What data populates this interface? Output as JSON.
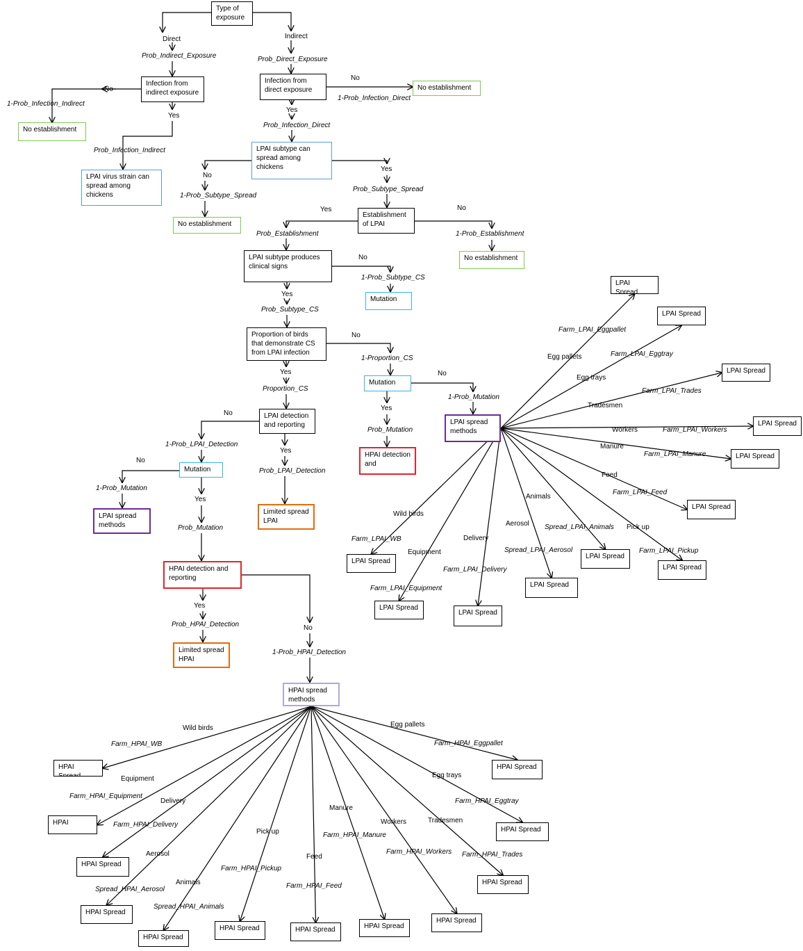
{
  "diagram": {
    "nodes": {
      "n1": "Type of exposure",
      "n2": "Infection from indirect exposure",
      "n3": "Infection from direct exposure",
      "n4": "No establishment",
      "n5": "No establishment",
      "n6": "LPAI subtype can spread among chickens",
      "n7": "LPAI virus strain can spread among chickens",
      "n8": "No establishment",
      "n9": "Establishment of LPAI",
      "n10": "No establishment",
      "n11": "LPAI subtype produces clinical signs",
      "n12": "Mutation",
      "n13": "Proportion of birds that demonstrate CS from LPAI infection",
      "n14": "Mutation",
      "n15": "LPAI detection and reporting",
      "n16": "HPAI detection and",
      "n17": "LPAI spread methods",
      "n18": "Mutation",
      "n19": "Limited spread LPAI",
      "n20": "LPAI spread methods",
      "n21": "HPAI detection and reporting",
      "n22": "Limited spread HPAI",
      "n23": "HPAI spread methods"
    },
    "edge_labels": {
      "e_direct": "Direct",
      "e_indirect": "Indirect",
      "p_indirect_exp": "Prob_Indirect_Exposure",
      "p_direct_exp": "Prob_Direct_Exposure",
      "no1": "No",
      "p1_inf_ind": "1-Prob_Infection_Indirect",
      "yes1": "Yes",
      "p_inf_ind": "Prob_Infection_Indirect",
      "no2": "No",
      "p1_inf_dir": "1-Prob_Infection_Direct",
      "yes2": "Yes",
      "p_inf_dir": "Prob_Infection_Direct",
      "no3": "No",
      "p1_sub_spread": "1-Prob_Subtype_Spread",
      "yes3": "Yes",
      "p_sub_spread": "Prob_Subtype_Spread",
      "yes4": "Yes",
      "p_est": "Prob_Establishment",
      "no4": "No",
      "p1_est": "1-Prob_Establishment",
      "no5": "No",
      "p1_sub_cs": "1-Prob_Subtype_CS",
      "yes5": "Yes",
      "p_sub_cs": "Prob_Subtype_CS",
      "no6": "No",
      "p1_prop_cs": "1-Proportion_CS",
      "yes6": "Yes",
      "p_prop_cs": "Proportion_CS",
      "no7": "No",
      "p1_mut_a": "1-Prob_Mutation",
      "yes7": "Yes",
      "p_mut_a": "Prob_Mutation",
      "no8": "No",
      "p1_lpai_det": "1-Prob_LPAI_Detection",
      "yes8": "Yes",
      "p_lpai_det": "Prob_LPAI_Detection",
      "no9": "No",
      "p1_mut_b": "1-Prob_Mutation",
      "yes9": "Yes",
      "p_mut_b": "Prob_Mutation",
      "yes10": "Yes",
      "p_hpai_det": "Prob_HPAI_Detection",
      "no10": "No",
      "p1_hpai_det": "1-Prob_HPAI_Detection"
    },
    "lpai_spread": {
      "hub": "n17",
      "targets": [
        {
          "method": "Egg pallets",
          "prob": "Farm_LPAI_Eggpallet",
          "node": "LPAI Spread"
        },
        {
          "method": "Egg trays",
          "prob": "Farm_LPAI_Eggtray",
          "node": "LPAI Spread"
        },
        {
          "method": "Tradesmen",
          "prob": "Farm_LPAI_Trades",
          "node": "LPAI Spread"
        },
        {
          "method": "Workers",
          "prob": "Farm_LPAI_Workers",
          "node": "LPAI Spread"
        },
        {
          "method": "Manure",
          "prob": "Farm_LPAI_Manure",
          "node": "LPAI Spread"
        },
        {
          "method": "Feed",
          "prob": "Farm_LPAI_Feed",
          "node": "LPAI Spread"
        },
        {
          "method": "Pick up",
          "prob": "Farm_LPAI_Pickup",
          "node": "LPAI Spread"
        },
        {
          "method": "Animals",
          "prob": "Spread_LPAI_Animals",
          "node": "LPAI Spread"
        },
        {
          "method": "Aerosol",
          "prob": "Spread_LPAI_Aerosol",
          "node": "LPAI Spread"
        },
        {
          "method": "Delivery",
          "prob": "Farm_LPAI_Delivery",
          "node": "LPAI Spread"
        },
        {
          "method": "Equipment",
          "prob": "Farm_LPAI_Equipment",
          "node": "LPAI Spread"
        },
        {
          "method": "Wild birds",
          "prob": "Farm_LPAI_WB",
          "node": "LPAI Spread"
        }
      ]
    },
    "hpai_spread": {
      "hub": "n23",
      "targets": [
        {
          "method": "Wild birds",
          "prob": "Farm_HPAI_WB",
          "node": "HPAI Spread"
        },
        {
          "method": "Equipment",
          "prob": "Farm_HPAI_Equipment",
          "node": "HPAI"
        },
        {
          "method": "Delivery",
          "prob": "Farm_HPAI_Delivery",
          "node": "HPAI Spread"
        },
        {
          "method": "Aerosol",
          "prob": "Spread_HPAI_Aerosol",
          "node": "HPAI Spread"
        },
        {
          "method": "Animals",
          "prob": "Spread_HPAI_Animals",
          "node": "HPAI Spread"
        },
        {
          "method": "Pick up",
          "prob": "Farm_HPAI_Pickup",
          "node": "HPAI Spread"
        },
        {
          "method": "Feed",
          "prob": "Farm_HPAI_Feed",
          "node": "HPAI Spread"
        },
        {
          "method": "Manure",
          "prob": "Farm_HPAI_Manure",
          "node": "HPAI Spread"
        },
        {
          "method": "Workers",
          "prob": "Farm_HPAI_Workers",
          "node": "HPAI Spread"
        },
        {
          "method": "Tradesmen",
          "prob": "Farm_HPAI_Trades",
          "node": "HPAI Spread"
        },
        {
          "method": "Egg trays",
          "prob": "Farm_HPAI_Eggtray",
          "node": "HPAI Spread"
        },
        {
          "method": "Egg pallets",
          "prob": "Farm_HPAI_Eggpallet",
          "node": "HPAI Spread"
        }
      ]
    }
  }
}
